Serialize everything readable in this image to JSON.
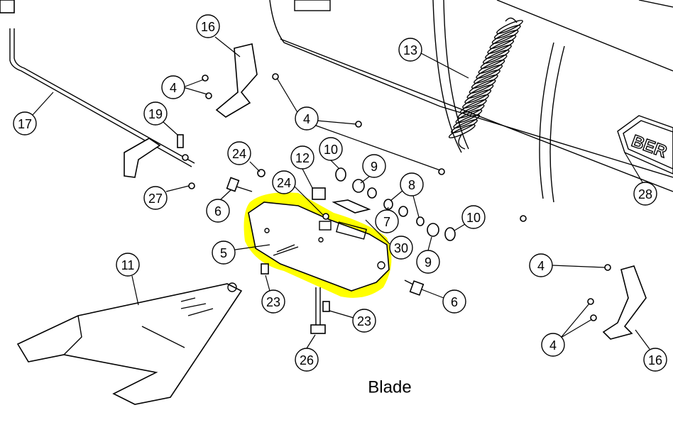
{
  "title": "Blade",
  "logo_text": "BER",
  "highlight_color": "#ffff00",
  "callouts": [
    {
      "label": "16"
    },
    {
      "label": "17"
    },
    {
      "label": "4"
    },
    {
      "label": "19"
    },
    {
      "label": "4"
    },
    {
      "label": "13"
    },
    {
      "label": "24"
    },
    {
      "label": "12"
    },
    {
      "label": "10"
    },
    {
      "label": "9"
    },
    {
      "label": "8"
    },
    {
      "label": "24"
    },
    {
      "label": "6"
    },
    {
      "label": "27"
    },
    {
      "label": "5"
    },
    {
      "label": "7"
    },
    {
      "label": "30"
    },
    {
      "label": "10"
    },
    {
      "label": "9"
    },
    {
      "label": "28"
    },
    {
      "label": "4"
    },
    {
      "label": "11"
    },
    {
      "label": "23"
    },
    {
      "label": "6"
    },
    {
      "label": "23"
    },
    {
      "label": "26"
    },
    {
      "label": "4"
    },
    {
      "label": "16"
    }
  ]
}
